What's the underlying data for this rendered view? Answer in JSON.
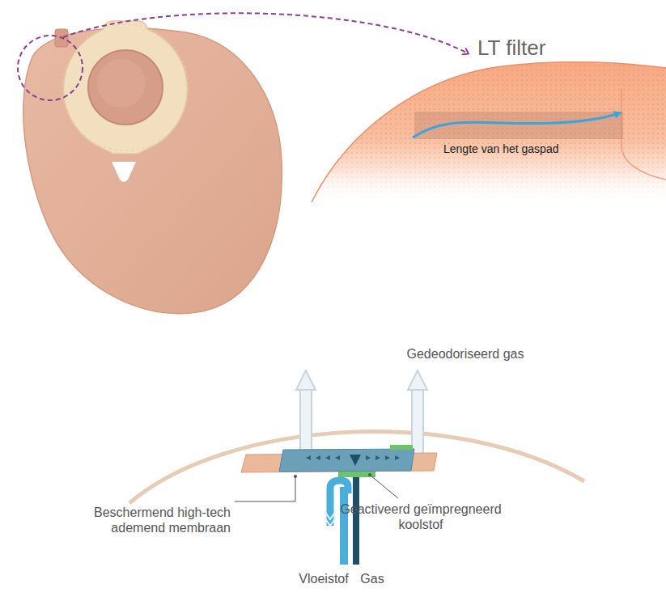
{
  "diagram": {
    "labels": [
      "LT filter",
      "Lengte van het gaspad",
      "Gedeodoriseerd gas",
      "Beschermend high-tech ademend membraan",
      "Geactiveerd geïmpregneerd koolstof",
      "Vloeistof",
      "Gas"
    ]
  }
}
